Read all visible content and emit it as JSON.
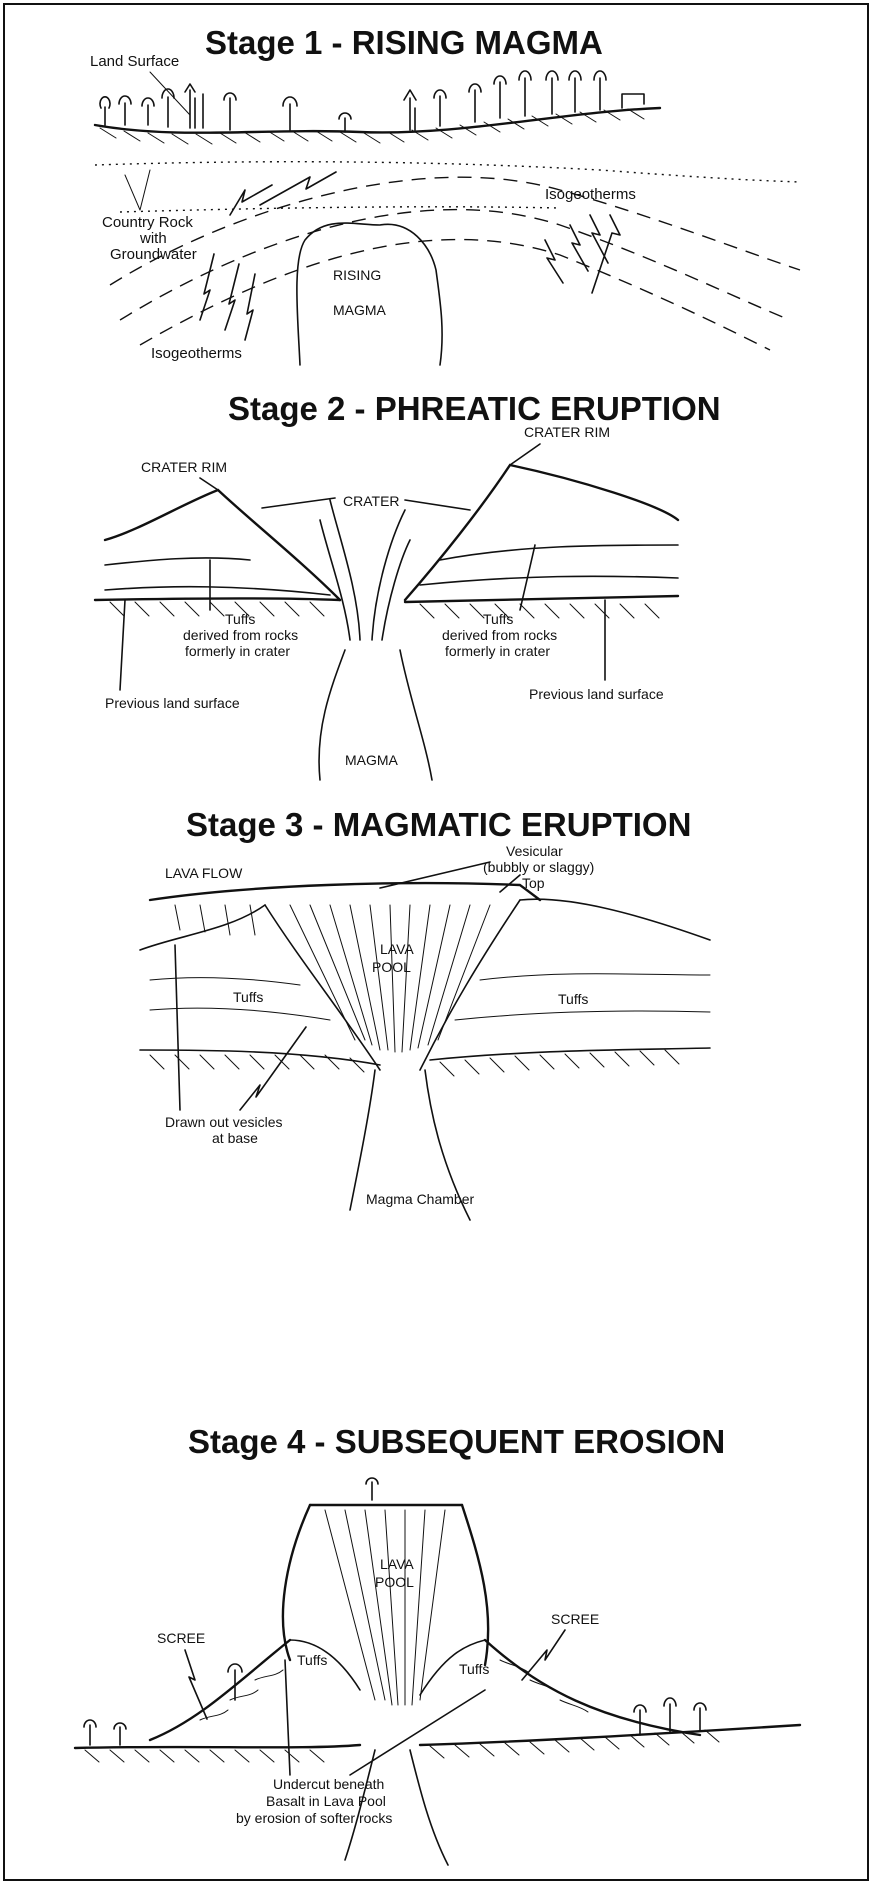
{
  "stage1": {
    "title": "Stage 1 - RISING MAGMA",
    "land_surface": "Land Surface",
    "country_rock": [
      "Country Rock",
      "with",
      "Groundwater"
    ],
    "isogeotherms_right": "Isogeotherms",
    "isogeotherms_left": "Isogeotherms",
    "rising": "RISING",
    "magma": "MAGMA"
  },
  "stage2": {
    "title": "Stage 2 - PHREATIC ERUPTION",
    "crater_rim_left": "CRATER RIM",
    "crater_rim_right": "CRATER RIM",
    "crater": "CRATER",
    "tuffs_left": [
      "Tuffs",
      "derived from rocks",
      "formerly in crater"
    ],
    "tuffs_right": [
      "Tuffs",
      "derived from rocks",
      "formerly in crater"
    ],
    "prev_land_left": "Previous land surface",
    "prev_land_right": "Previous land surface",
    "magma": "MAGMA"
  },
  "stage3": {
    "title": "Stage 3 - MAGMATIC ERUPTION",
    "lava_flow": "LAVA FLOW",
    "vesicular": [
      "Vesicular",
      "(bubbly or slaggy)",
      "Top"
    ],
    "lava_pool": [
      "LAVA",
      "POOL"
    ],
    "tuffs_left": "Tuffs",
    "tuffs_right": "Tuffs",
    "drawn_out": [
      "Drawn out vesicles",
      "at base"
    ],
    "magma_chamber": "Magma Chamber"
  },
  "stage4": {
    "title": "Stage 4 - SUBSEQUENT EROSION",
    "scree_left": "SCREE",
    "scree_right": "SCREE",
    "lava_pool": [
      "LAVA",
      "POOL"
    ],
    "tuffs_left": "Tuffs",
    "tuffs_right": "Tuffs",
    "undercut": [
      "Undercut beneath",
      "Basalt in Lava Pool",
      "by erosion of softer rocks"
    ]
  }
}
